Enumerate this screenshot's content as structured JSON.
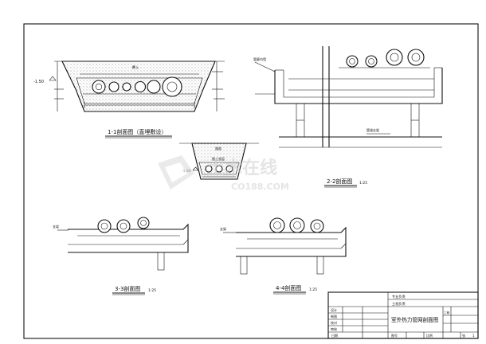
{
  "sections": {
    "s1": {
      "title": "1-1剖面图（直埋敷设）",
      "note": "覆土",
      "level": "-1.50"
    },
    "s2": {
      "title": "2-2剖面图",
      "scale": "1:25",
      "left_label": "管廊内墙",
      "right_label": "管道支架"
    },
    "s3": {
      "title": "3-3剖面图",
      "scale": "1:25",
      "left_label": "支架"
    },
    "s4": {
      "title": "4-4剖面图",
      "scale": "1:25",
      "left_label": "支架"
    },
    "trench": {
      "top_label": "路面",
      "level": "-1.00",
      "bottom_label": "细土垫层"
    }
  },
  "watermark": {
    "cn": "土木在线",
    "en": "CO188.COM"
  },
  "title_block": {
    "drawing_title": "室外热力管网剖面图",
    "rows_left": [
      "设计",
      "制图",
      "校对",
      "审核"
    ],
    "right_top": [
      "专业负责",
      "工程负责",
      "工程"
    ],
    "info": [
      "图号",
      "比例",
      "日期"
    ],
    "sheet": "张",
    "sheet_no": "1"
  }
}
